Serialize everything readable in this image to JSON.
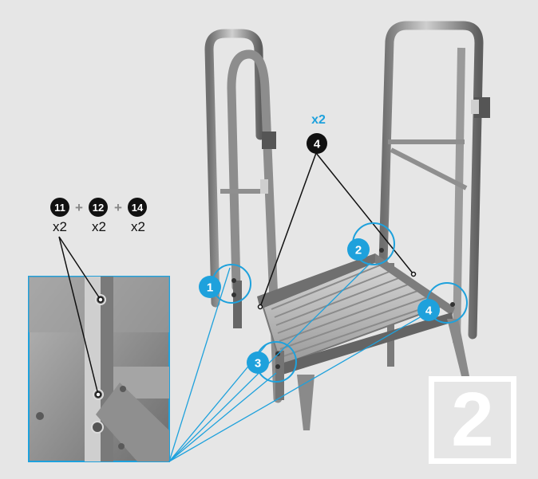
{
  "colors": {
    "background": "#e6e6e6",
    "callout_blue": "#1ea1dc",
    "part_black": "#111111",
    "metal": "#8a8a8a",
    "metal_dark": "#5c5c5c",
    "step_box": "#ffffff"
  },
  "callout_main": {
    "multiplier": "x2",
    "part_number": "4"
  },
  "hardware": {
    "parts": [
      {
        "number": "11",
        "qty": "x2"
      },
      {
        "number": "12",
        "qty": "x2"
      },
      {
        "number": "14",
        "qty": "x2"
      }
    ],
    "plus": "+"
  },
  "positions": [
    "1",
    "2",
    "3",
    "4"
  ],
  "step_number": "2"
}
